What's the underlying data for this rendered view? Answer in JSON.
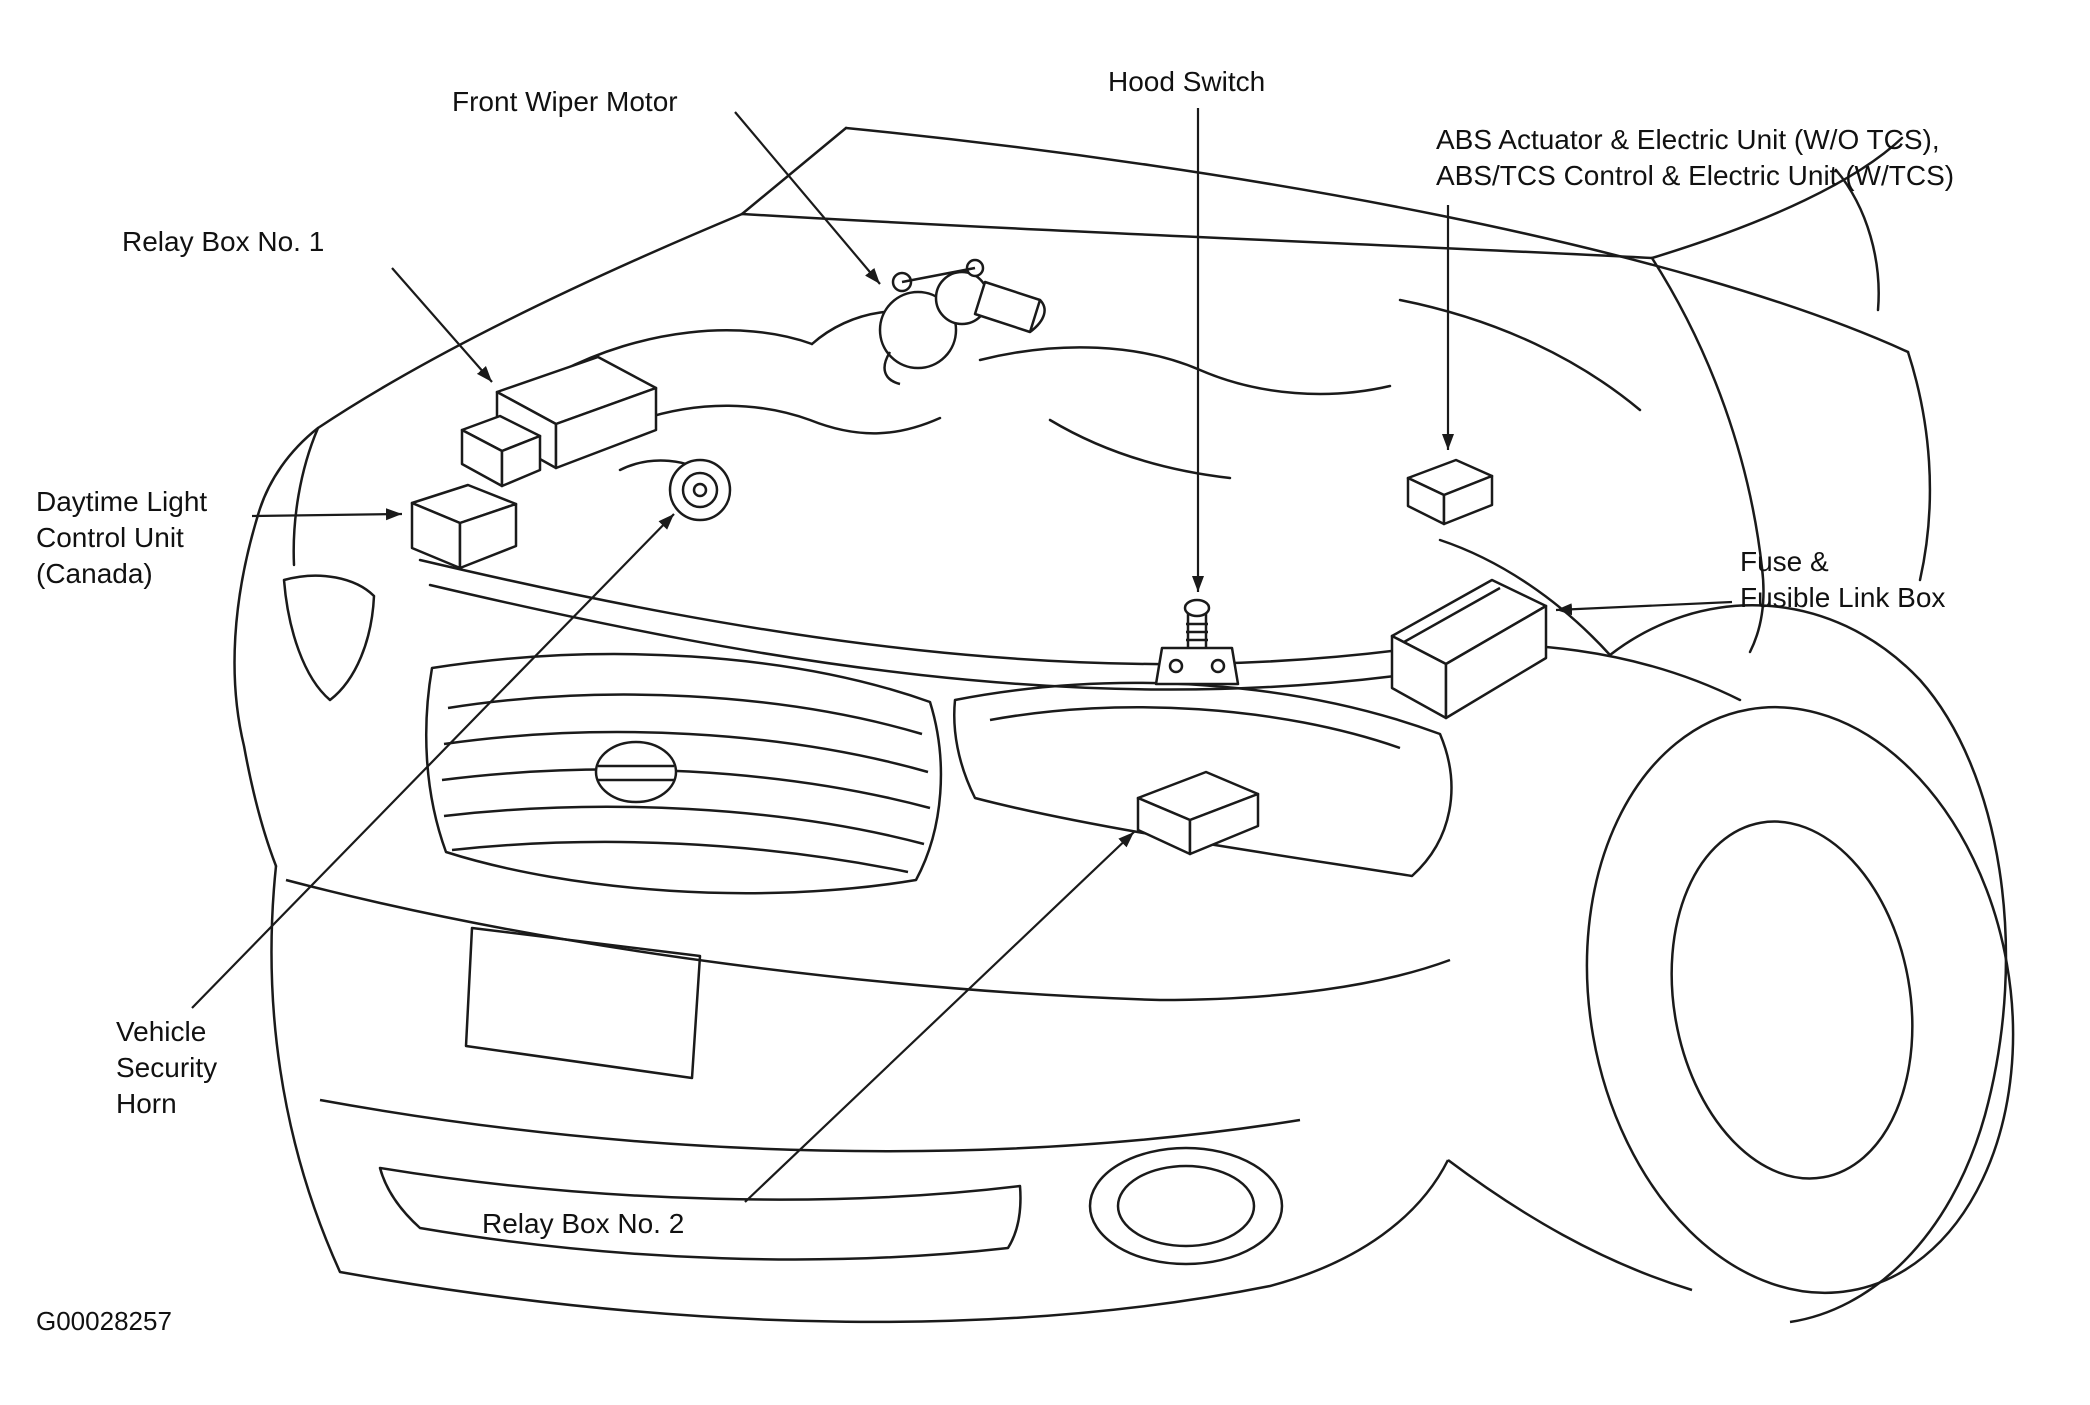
{
  "figure": {
    "id_code": "G00028257",
    "line_color": "#1a1a1a",
    "background_color": "#ffffff"
  },
  "labels": [
    {
      "name": "front-wiper-motor",
      "text": "Front Wiper Motor"
    },
    {
      "name": "hood-switch",
      "text": "Hood Switch"
    },
    {
      "name": "abs-unit",
      "text": "ABS Actuator & Electric Unit (W/O TCS),\nABS/TCS Control & Electric Unit (W/TCS)"
    },
    {
      "name": "relay-box-1",
      "text": "Relay Box No. 1"
    },
    {
      "name": "daytime-light-control-unit",
      "text": "Daytime Light\nControl Unit\n(Canada)"
    },
    {
      "name": "fuse-fusible-link-box",
      "text": "Fuse &\nFusible Link Box"
    },
    {
      "name": "vehicle-security-horn",
      "text": "Vehicle\nSecurity\nHorn"
    },
    {
      "name": "relay-box-2",
      "text": "Relay Box No. 2"
    }
  ]
}
